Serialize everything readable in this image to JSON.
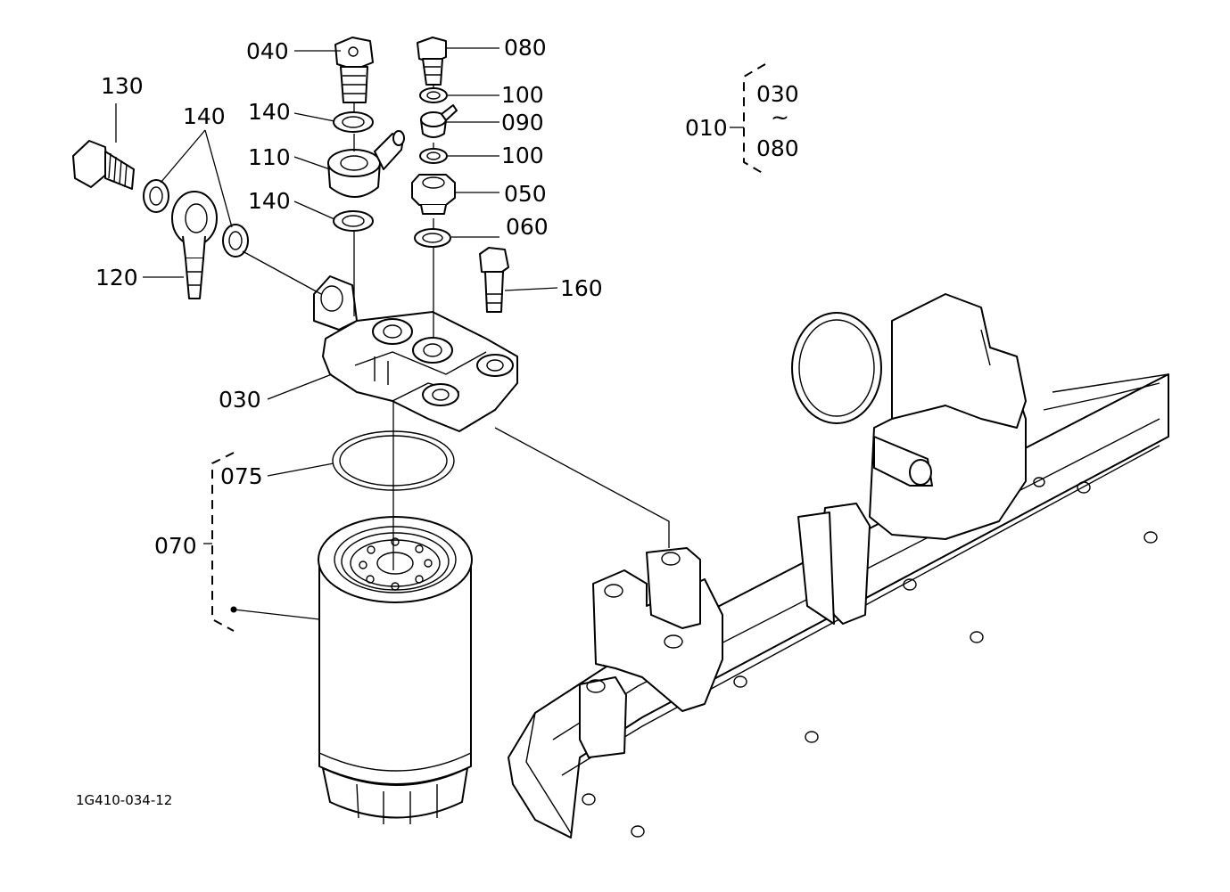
{
  "labels": {
    "l040": "040",
    "l080": "080",
    "l100a": "100",
    "l090": "090",
    "l100b": "100",
    "l050": "050",
    "l060": "060",
    "l160": "160",
    "l130": "130",
    "l140a": "140",
    "l140b": "140",
    "l110": "110",
    "l140c": "140",
    "l120": "120",
    "l030": "030",
    "l075": "075",
    "l070": "070",
    "l010": "010",
    "g030": "030",
    "tilde": "~",
    "g080": "080"
  },
  "diagram_code": "1G410-034-12"
}
